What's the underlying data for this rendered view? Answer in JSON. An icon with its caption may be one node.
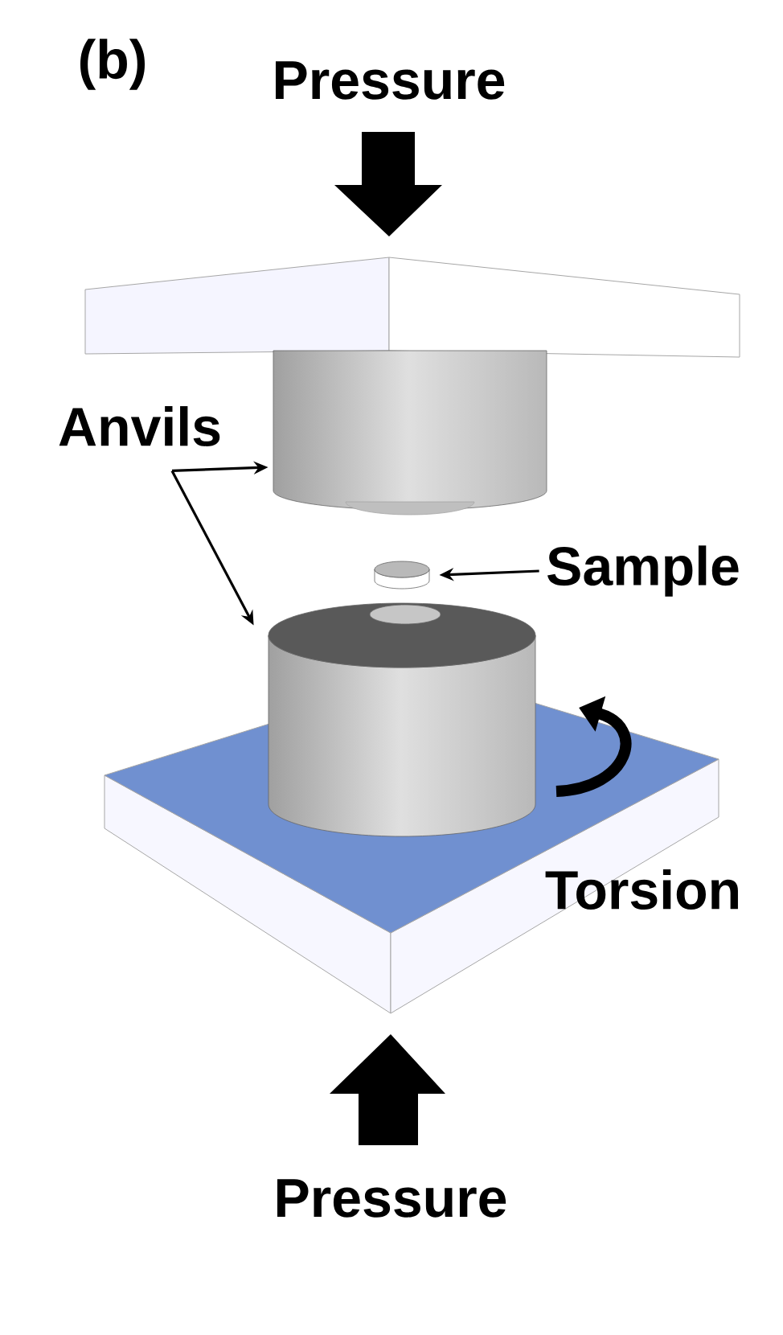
{
  "diagram": {
    "nodes": [
      {
        "text": [
          "Anvils"
        ]
      },
      {
        "text": [],
        "shape": "cylinder"
      },
      {
        "text": [
          "Sample"
        ]
      },
      {
        "text": [],
        "shape": "cylinder"
      },
      {
        "text": [],
        "shape": "cylinder"
      }
    ],
    "edges": [
      {
        "from": 0,
        "to": 1,
        "arrow": "to"
      },
      {
        "from": 0,
        "to": 4,
        "arrow": "to"
      },
      {
        "from": 2,
        "to": 3,
        "arrow": "to"
      }
    ],
    "labels": [
      "(b)",
      "Pressure",
      "Torsion",
      "Pressure"
    ]
  }
}
